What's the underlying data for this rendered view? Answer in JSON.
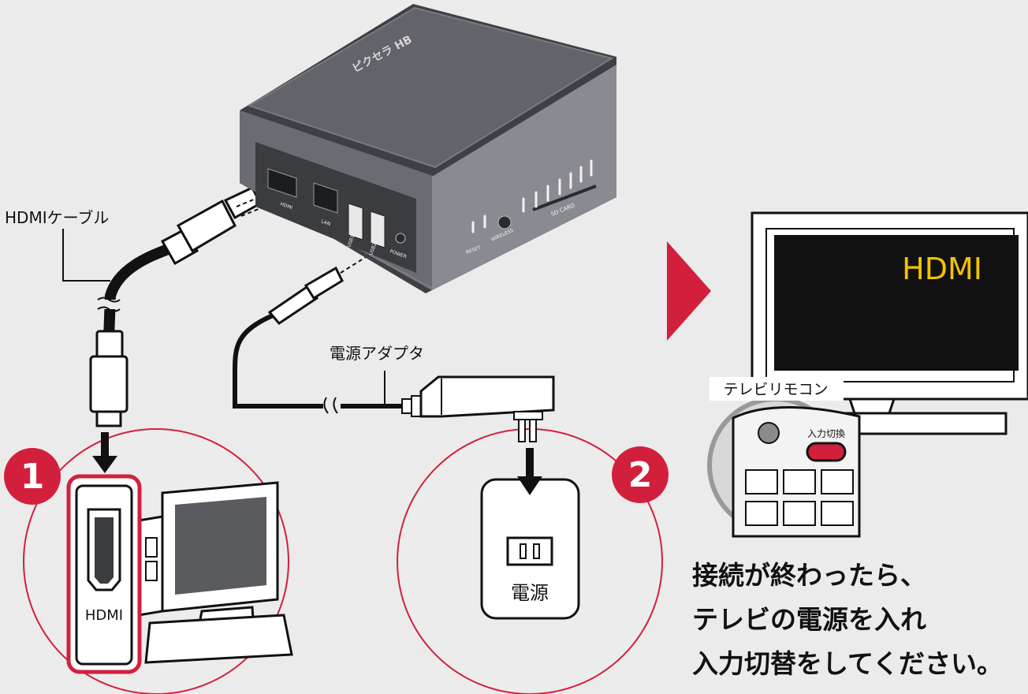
{
  "device": {
    "brand": "ピクセラ HB",
    "port_labels": {
      "hdmi": "HDMI",
      "lan": "LAN",
      "usb1": "USB1",
      "usb2": "USB2",
      "power": "POWER",
      "reset": "RESET",
      "wireless": "WIRELESS",
      "sd_card": "SD CARD"
    }
  },
  "labels": {
    "hdmi_cable": "HDMIケーブル",
    "power_adapter": "電源アダプタ",
    "outlet_label": "電源",
    "pc_hdmi_label": "HDMI",
    "tv_screen_text": "HDMI",
    "remote_title": "テレビリモコン",
    "input_switch": "入力切換"
  },
  "steps": [
    {
      "number": "1"
    },
    {
      "number": "2"
    }
  ],
  "instructions": [
    "接続が終わったら、",
    "テレビの電源を入れ",
    "入力切替をしてください。"
  ],
  "colors": {
    "accent": "#d2203c",
    "background": "#ebebeb",
    "device_body": "#5e6065",
    "tv_screen_text": "#f2c200"
  }
}
